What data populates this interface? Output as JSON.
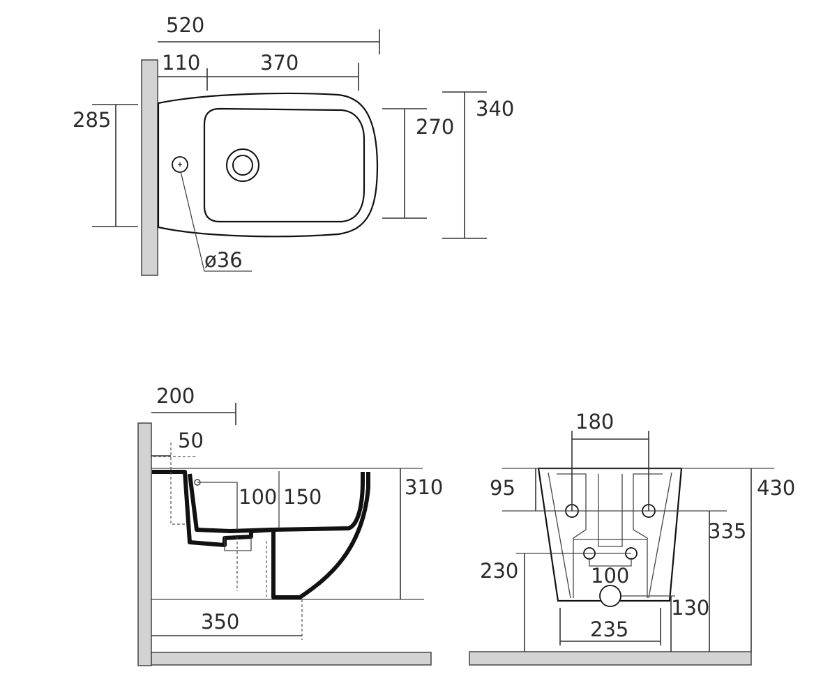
{
  "top_view": {
    "overall_length": "520",
    "wall_to_hole": "110",
    "hole_to_front": "370",
    "rear_width": "285",
    "bowl_width": "270",
    "overall_width": "340",
    "tap_hole_diameter": "ø36"
  },
  "side_view": {
    "wall_to_outlet": "200",
    "outlet_offset": "50",
    "dim_100": "100",
    "dim_150": "150",
    "height": "310",
    "floor_depth": "350"
  },
  "rear_view": {
    "bolt_spacing": "180",
    "bolt_from_top": "95",
    "total_height": "430",
    "bolt_height": "335",
    "water_height": "230",
    "water_spacing": "100",
    "drain_height": "130",
    "base_width": "235"
  }
}
